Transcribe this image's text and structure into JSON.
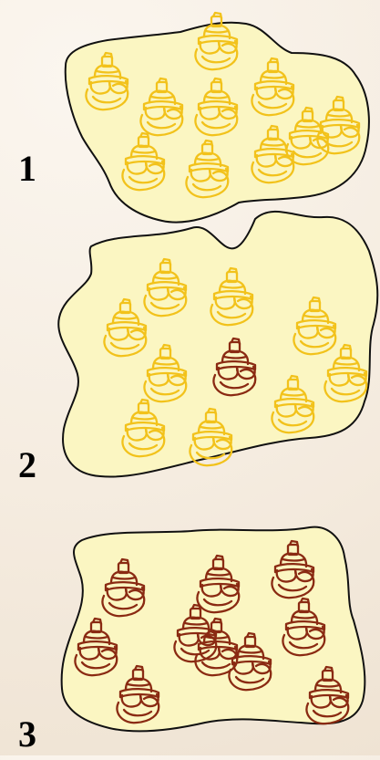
{
  "panels": [
    {
      "number": "1",
      "creatures": [
        "light",
        "light",
        "light",
        "light",
        "light",
        "light",
        "light",
        "light",
        "light",
        "light"
      ]
    },
    {
      "number": "2",
      "creatures": [
        "light",
        "light",
        "light",
        "light",
        "dark",
        "light",
        "light",
        "light",
        "light",
        "light"
      ]
    },
    {
      "number": "3",
      "creatures": [
        "dark",
        "dark",
        "dark",
        "dark",
        "dark",
        "dark",
        "dark",
        "dark",
        "dark",
        "dark"
      ]
    }
  ],
  "colors": {
    "background": "#f5ece0",
    "blob_fill": "#fbf6c2",
    "blob_outline": "#111111",
    "light": "#f2c21b",
    "dark": "#8a2a12",
    "number": "#000000"
  },
  "icons": {
    "creature": "goggled-creature-icon"
  }
}
